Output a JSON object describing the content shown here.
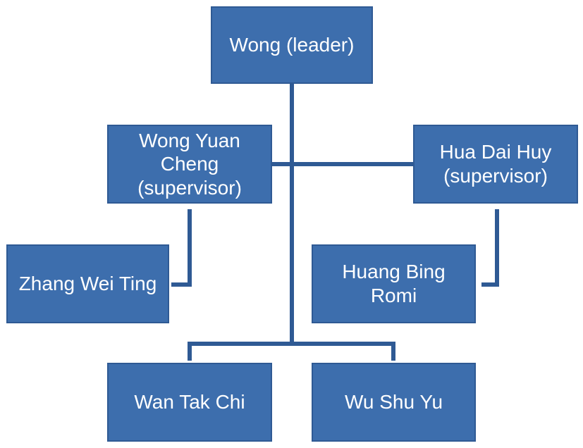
{
  "org_chart": {
    "leader": {
      "label": "Wong (leader)"
    },
    "supervisors": [
      {
        "label": "Wong Yuan Cheng (supervisor)"
      },
      {
        "label": "Hua Dai Huy (supervisor)"
      }
    ],
    "members": [
      {
        "label": "Zhang Wei Ting"
      },
      {
        "label": "Huang Bing Romi"
      },
      {
        "label": "Wan Tak Chi"
      },
      {
        "label": "Wu Shu Yu"
      }
    ]
  },
  "colors": {
    "node_fill": "#3d6ead",
    "node_border": "#2f5a94",
    "connector": "#2f5a94",
    "text": "#ffffff"
  }
}
